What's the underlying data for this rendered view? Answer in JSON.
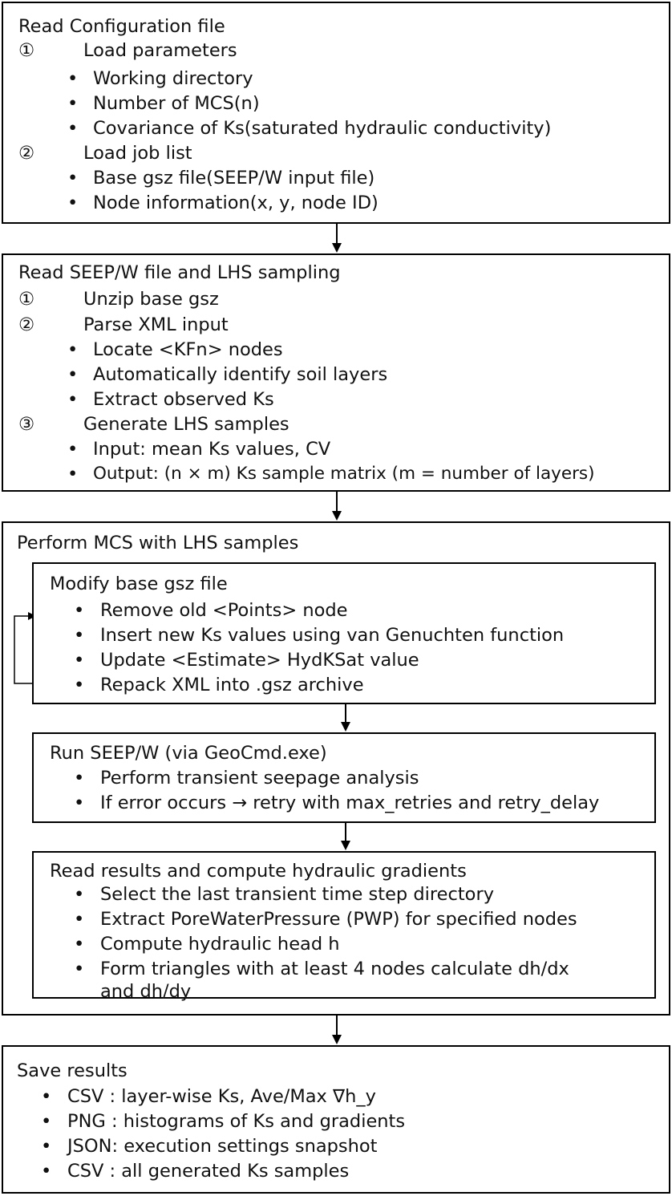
{
  "box1": {
    "title": "Read Configuration file",
    "steps": [
      {
        "marker": "①",
        "label": "Load parameters",
        "bullets": [
          "Working directory",
          "Number of MCS(n)",
          "Covariance of Ks(saturated hydraulic conductivity)"
        ]
      },
      {
        "marker": "②",
        "label": "Load job list",
        "bullets": [
          "Base gsz file(SEEP/W input file)",
          "Node information(x, y, node ID)"
        ]
      }
    ]
  },
  "box2": {
    "title": "Read SEEP/W file and LHS sampling",
    "steps": [
      {
        "marker": "①",
        "label": "Unzip base gsz",
        "bullets": []
      },
      {
        "marker": "②",
        "label": "Parse XML input",
        "bullets": [
          "Locate <KFn> nodes",
          "Automatically identify soil layers",
          "Extract observed Ks"
        ]
      },
      {
        "marker": "③",
        "label": "Generate LHS samples",
        "bullets": [
          "Input: mean Ks values, CV",
          "Output: (n × m) Ks sample matrix (m = number of layers)"
        ]
      }
    ]
  },
  "box3": {
    "title": "Perform MCS with LHS samples",
    "sub1": {
      "title": "Modify base gsz file",
      "bullets": [
        "Remove old <Points> node",
        "Insert new Ks values using van Genuchten function",
        "Update <Estimate> HydKSat value",
        "Repack XML into .gsz archive"
      ]
    },
    "sub2": {
      "title": "Run SEEP/W (via GeoCmd.exe)",
      "bullets": [
        "Perform transient seepage analysis",
        "If error occurs → retry with max_retries and retry_delay"
      ]
    },
    "sub3": {
      "title": "Read results and compute hydraulic gradients",
      "bullets": [
        "Select the last transient time step directory",
        "Extract PoreWaterPressure (PWP) for specified nodes",
        "Compute hydraulic head h",
        "Form triangles with at least 4 nodes calculate dh/dx",
        "and dh/dy"
      ]
    }
  },
  "box4": {
    "title": "Save results",
    "bullets": [
      "CSV : layer-wise Ks, Ave/Max ∇h_y",
      "PNG : histograms of Ks and gradients",
      "JSON: execution settings snapshot",
      "CSV : all generated Ks samples"
    ]
  },
  "bullet_char": "•"
}
